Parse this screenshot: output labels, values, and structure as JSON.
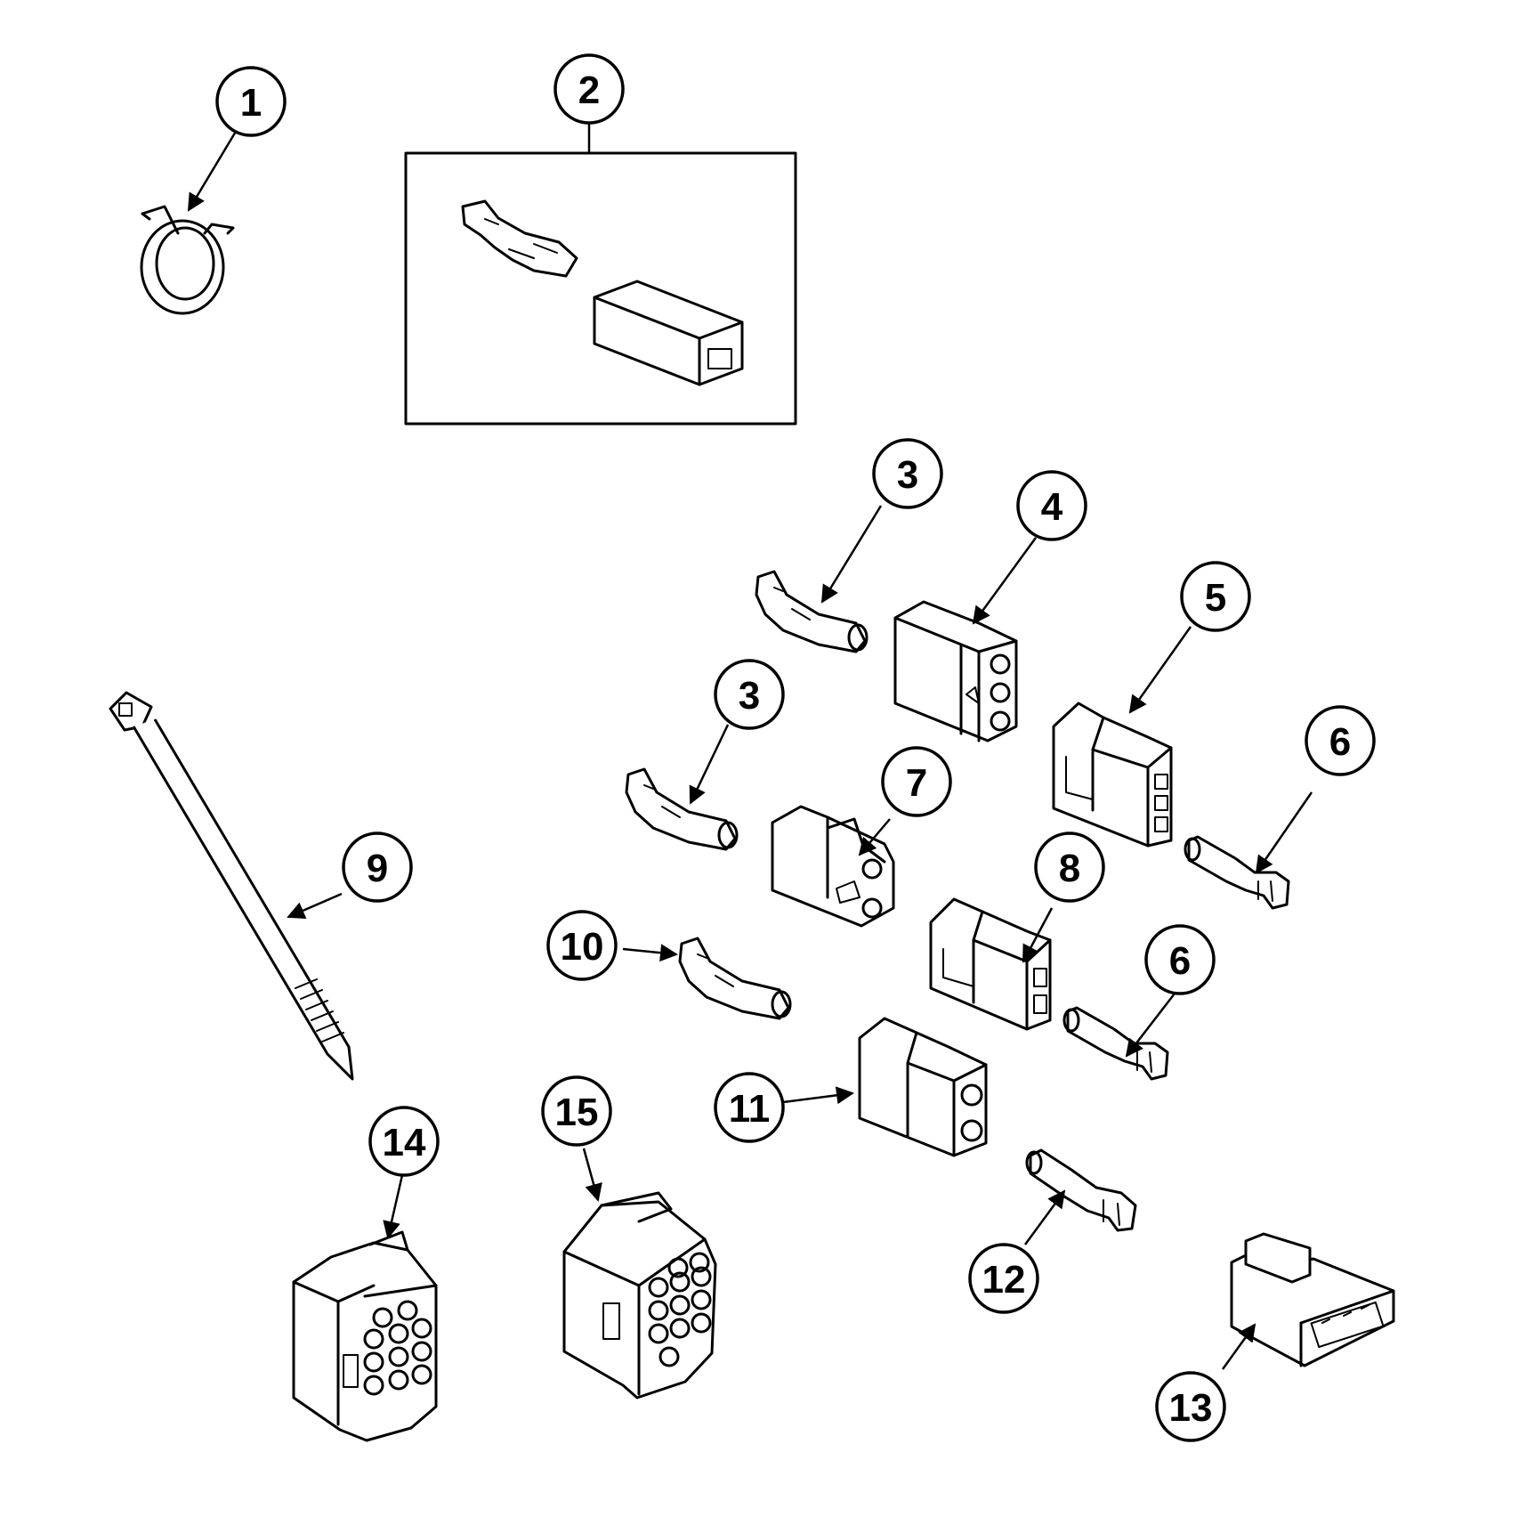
{
  "callouts": [
    {
      "id": "1",
      "label": "1"
    },
    {
      "id": "2",
      "label": "2"
    },
    {
      "id": "3a",
      "label": "3"
    },
    {
      "id": "3b",
      "label": "3"
    },
    {
      "id": "4",
      "label": "4"
    },
    {
      "id": "5",
      "label": "5"
    },
    {
      "id": "6a",
      "label": "6"
    },
    {
      "id": "6b",
      "label": "6"
    },
    {
      "id": "7",
      "label": "7"
    },
    {
      "id": "8",
      "label": "8"
    },
    {
      "id": "9",
      "label": "9"
    },
    {
      "id": "10",
      "label": "10"
    },
    {
      "id": "11",
      "label": "11"
    },
    {
      "id": "12",
      "label": "12"
    },
    {
      "id": "13",
      "label": "13"
    },
    {
      "id": "14",
      "label": "14"
    },
    {
      "id": "15",
      "label": "15"
    }
  ]
}
